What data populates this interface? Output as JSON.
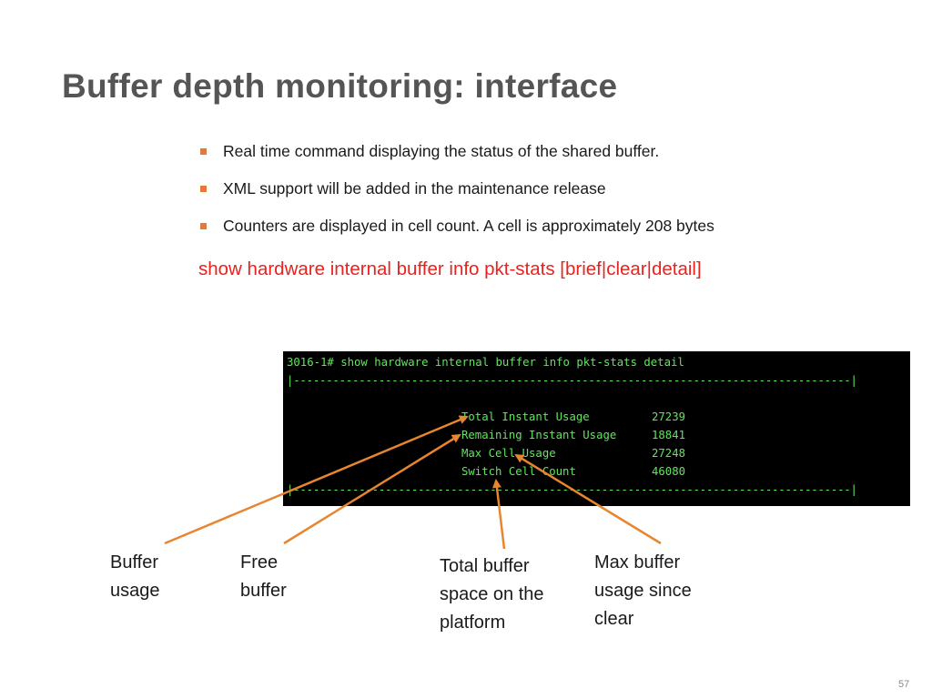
{
  "slide": {
    "title": "Buffer depth monitoring: interface",
    "bullets": [
      "Real time command displaying the status of the shared buffer.",
      "XML support will be added in the maintenance release",
      "Counters are displayed in cell count. A cell is approximately 208 bytes"
    ],
    "command": "show hardware internal buffer info pkt-stats [brief|clear|detail]",
    "page_number": "57",
    "accent_color": "#e07b39",
    "command_color": "#e8231f",
    "terminal_text_color": "#5ee85a"
  },
  "terminal": {
    "prompt_line": "3016-1# show hardware internal buffer info pkt-stats detail",
    "separator_top": "|-------------------------------------------------------------------------------------|",
    "separator_bottom": "|-------------------------------------------------------------------------------------|",
    "rows": [
      {
        "label": "Total Instant Usage",
        "value": "27239"
      },
      {
        "label": "Remaining Instant Usage",
        "value": "18841"
      },
      {
        "label": "Max Cell Usage",
        "value": "27248"
      },
      {
        "label": "Switch Cell Count",
        "value": "46080"
      }
    ]
  },
  "callouts": {
    "buffer_usage": "Buffer\nusage",
    "free_buffer": "Free\nbuffer",
    "total_buffer": "Total buffer\nspace on the\nplatform",
    "max_buffer": "Max buffer\nusage since\nclear"
  }
}
